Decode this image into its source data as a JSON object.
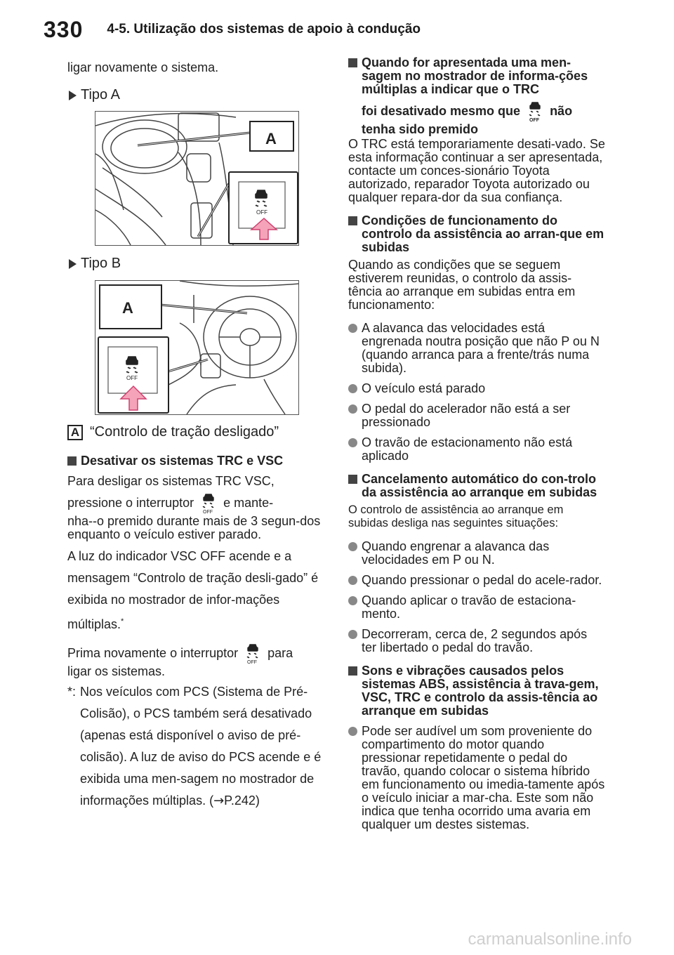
{
  "header": {
    "page_number": "330",
    "section": "4-5. Utilização dos sistemas de apoio à condução"
  },
  "left": {
    "intro": "ligar novamente o sistema.",
    "type_a": "Tipo A",
    "type_b": "Tipo B",
    "figure_label": "A",
    "icon_text": "OFF",
    "callout_letter": "A",
    "callout_text": "“Controlo de tração desligado”",
    "heading": "Desativar os sistemas TRC e VSC",
    "para1_line1": "Para desligar os sistemas TRC VSC,",
    "para1_a": "pressione o interruptor",
    "para1_b": "e mante-",
    "para1_rest": "nha--o premido durante mais de 3 segun-dos enquanto o veículo estiver parado.",
    "para2": "A luz do indicador VSC OFF acende e a mensagem “Controlo de tração desli-gado” é exibida no mostrador de infor-mações múltiplas.",
    "para2_mark": "*",
    "para3_a": "Prima novamente o interruptor",
    "para3_b": "para",
    "para3_rest": "ligar os sistemas.",
    "note_mark": "*:",
    "note_text": "Nos veículos com PCS (Sistema de Pré-Colisão), o PCS também será desativado (apenas está disponível o aviso de pré-colisão). A luz de aviso do PCS acende e é exibida uma men-sagem no mostrador de informações múltiplas. (",
    "note_arrow": "→",
    "note_ref": "P.242)"
  },
  "right": {
    "h1_line1": "Quando for apresentada uma men-sagem no mostrador de informa-ções múltiplas a indicar que o TRC",
    "h1_a": "foi desativado mesmo que",
    "h1_b": "não",
    "h1_c": "tenha sido premido",
    "p1": "O TRC está temporariamente desati-vado. Se esta informação continuar a ser apresentada, contacte um conces-sionário Toyota autorizado, reparador Toyota autorizado ou qualquer repara-dor da sua confiança.",
    "h2": "Condições de funcionamento do controlo da assistência ao arran-que em subidas",
    "p2": "Quando as condições que se seguem estiverem reunidas, o controlo da assis-tência ao arranque em subidas entra em funcionamento:",
    "b2": [
      "A alavanca das velocidades está engrenada noutra posição que não P ou N (quando arranca para a frente/trás numa subida).",
      "O veículo está parado",
      "O pedal do acelerador não está a ser pressionado",
      "O travão de estacionamento não está aplicado"
    ],
    "h3": "Cancelamento automático do con-trolo da assistência ao arranque em subidas",
    "p3": "O controlo de assistência ao arranque em subidas desliga nas seguintes situações:",
    "b3": [
      "Quando engrenar a alavanca das velocidades em P ou N.",
      "Quando pressionar o pedal do acele-rador.",
      "Quando aplicar o travão de estaciona-mento.",
      "Decorreram, cerca de, 2 segundos após ter libertado o pedal do travão."
    ],
    "h4": "Sons e vibrações causados pelos sistemas ABS, assistência à trava-gem, VSC, TRC e controlo da assis-tência ao arranque em subidas",
    "b4": [
      "Pode ser audível um som proveniente do compartimento do motor quando pressionar repetidamente o pedal do travão, quando colocar o sistema híbrido em funcionamento ou imedia-tamente após o veículo iniciar a mar-cha. Este som não indica que tenha ocorrido uma avaria em qualquer um destes sistemas."
    ]
  },
  "watermark": "carmanualsonline.info"
}
